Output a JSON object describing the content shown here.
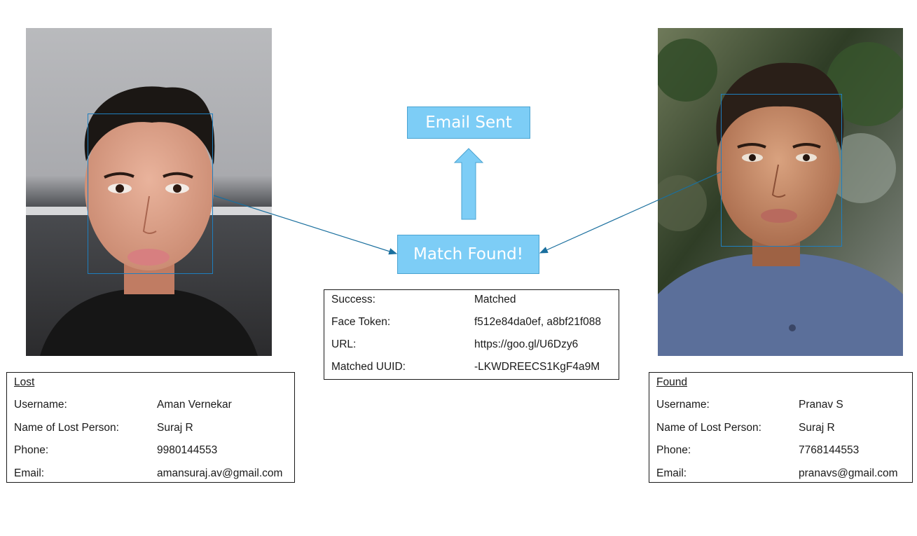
{
  "lost_card": {
    "heading": "Lost",
    "rows": [
      {
        "label": "Username:",
        "value": "Aman Vernekar"
      },
      {
        "label": "Name of Lost Person:",
        "value": "Suraj R"
      },
      {
        "label": "Phone:",
        "value": "9980144553"
      },
      {
        "label": "Email:",
        "value": "amansuraj.av@gmail.com"
      }
    ]
  },
  "found_card": {
    "heading": "Found",
    "rows": [
      {
        "label": "Username:",
        "value": "Pranav S"
      },
      {
        "label": "Name of Lost Person:",
        "value": "Suraj R"
      },
      {
        "label": "Phone:",
        "value": "7768144553"
      },
      {
        "label": "Email:",
        "value": "pranavs@gmail.com"
      }
    ]
  },
  "match_card": {
    "rows": [
      {
        "label": "Success:",
        "value": "Matched"
      },
      {
        "label": "Face Token:",
        "value": "f512e84da0ef, a8bf21f088"
      },
      {
        "label": "URL:",
        "value": "https://goo.gl/U6Dzy6"
      },
      {
        "label": "Matched UUID:",
        "value": "-LKWDREECS1KgF4a9M"
      }
    ]
  },
  "flow": {
    "match_label": "Match Found!",
    "email_label": "Email Sent"
  },
  "colors": {
    "box_fill": "#7dcdf6",
    "connector": "#1a6f9e",
    "face_box": "#1f7fbf"
  }
}
